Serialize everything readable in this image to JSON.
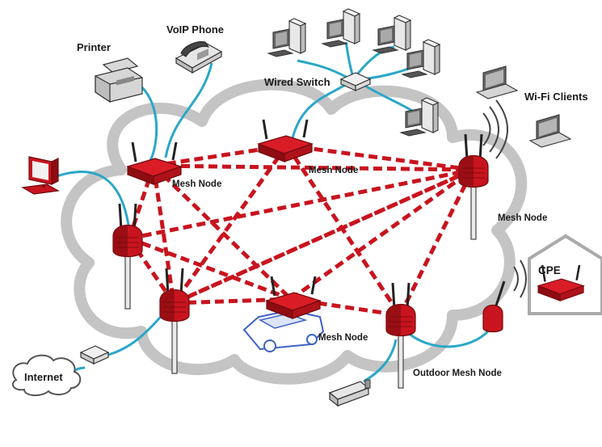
{
  "labels": {
    "printer": "Printer",
    "voip_phone": "VoIP Phone",
    "wired_switch": "Wired Switch",
    "wifi_clients": "Wi-Fi Clients",
    "mesh_node_a": "Mesh Node",
    "mesh_node_b": "Mesh Node",
    "mesh_node_c": "Mesh Node",
    "outdoor_mesh_node": "Outdoor Mesh Node",
    "cpe": "CPE",
    "internet": "Internet"
  },
  "colors": {
    "mesh_red": "#c8141e",
    "mesh_dark": "#8e0c12",
    "cable_blue": "#2aa7c8",
    "cloud_gray": "#c4c4c4",
    "device_gray": "#d8d8d8",
    "outline": "#333333",
    "car_blue": "#3e62c4"
  },
  "icons": {
    "printer": "printer-icon",
    "voip_phone": "phone-icon",
    "switch": "network-switch-icon",
    "desktop": "desktop-computer-icon",
    "laptop": "laptop-icon",
    "router": "router-icon",
    "outdoor_node": "outdoor-node-icon",
    "camera": "camera-icon",
    "car": "car-icon",
    "house": "house-icon",
    "cloud": "cloud-icon",
    "modem": "modem-icon"
  }
}
